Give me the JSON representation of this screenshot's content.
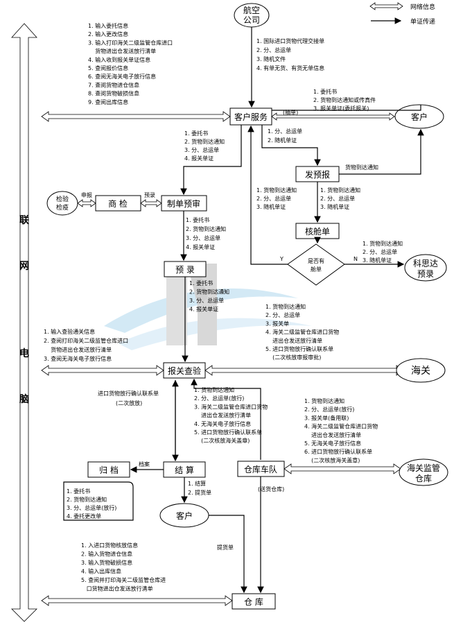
{
  "legend": {
    "network": "网络信息",
    "document": "单证传递"
  },
  "vertical_label": [
    "联",
    "网",
    "电",
    "脑"
  ],
  "nodes": {
    "airline": [
      "航空",
      "公司"
    ],
    "customer_service": "客户服务",
    "customer_top": "客户",
    "pre_declare": "发预报",
    "inspection": [
      "检验",
      "检疫"
    ],
    "commodity_inspect": "商 检",
    "documentation": "制单预审",
    "cabin_check": "核舱单",
    "decision": [
      "是否有",
      "舱单"
    ],
    "kerry": [
      "科思达",
      "预录"
    ],
    "pre_record": "预 录",
    "customs_check": "报关查验",
    "customs": "海关",
    "archive": "归 档",
    "settlement": "结 算",
    "warehouse_fleet": "仓库车队",
    "supervised_wh": [
      "海关监管",
      "仓库"
    ],
    "customer_bottom": "客户",
    "warehouse": "仓 库"
  },
  "labels": {
    "holding": "(抽单)",
    "report": "申报",
    "prerecord": "预录",
    "yes": "Y",
    "no": "N",
    "archive_tag": "档案",
    "to_wh": "(送货仓库)",
    "pickup": "提货单",
    "arrival_notice": "货物到达通知",
    "second_release_a": "进口货物放行确认联系单",
    "second_release_b": "(二次放放)"
  },
  "lists": {
    "network_top": [
      "1. 输入委托信息",
      "2. 输入更改信息",
      "3. 输入打印海关二级监管仓库进口",
      "    货物进出仓发送放行清单",
      "4. 输入收到报关单证信息",
      "5. 查阅报价信息",
      "6. 查阅无海关电子放行信息",
      "7. 查阅货物进仓信息",
      "8. 查阅货物破损信息",
      "9. 查阅出库信息"
    ],
    "airline_docs": [
      "1. 国际进口货物代理交接单",
      "2. 分、总运单",
      "3. 随机文件",
      "4. 有单无货、有货无单信息"
    ],
    "customer_docs": [
      "1. 委托书",
      "2. 货物到达通知或传真件",
      "3. 报关单证(委托报关)"
    ],
    "cs_to_pre": [
      "1. 分、总运单",
      "2. 随机单证"
    ],
    "cs_to_doc": [
      "1. 委托书",
      "2. 货物到达通知",
      "3. 分、总运单",
      "4. 报关单证"
    ],
    "cabin_in": [
      "1. 货物到达通知",
      "2. 分、总运单",
      "3. 随机单证"
    ],
    "pre_to_cabin": [
      "1. 货物到达通知",
      "2. 分、总运单",
      "3. 随机单证"
    ],
    "no_branch": [
      "1. 货物到达通知",
      "2. 分、总运单",
      "3. 随机单证"
    ],
    "doc_to_pre": [
      "1. 委托书",
      "2. 货物到达通知",
      "3. 分、总运单",
      "4. 报关单证"
    ],
    "pre_to_customs": [
      "1. 委托书",
      "2. 货物到达通知",
      "3. 分、总运单",
      "4. 报关单证"
    ],
    "network_mid": [
      "1. 输入查验通关信息",
      "2. 查阅打印海关二级监管仓库进口",
      "    货物进出仓发送放行清单",
      "3. 查阅无海关电子放行信息"
    ],
    "customs_docs": [
      "1. 货物到达通知",
      "2. 分、总运单",
      "3. 报关单",
      "4. 海关二级监管仓库进口货物",
      "    进出仓发送放行清单",
      "5. 进口货物放行确认联系单",
      "    (二次核放审报审批)"
    ],
    "fleet_docs": [
      "1. 货物到达通知",
      "2. 分、总运单(放行)",
      "3. 海关二级监管仓库进口货物",
      "    进出仓发送放行清单",
      "4. 无海关电子放行信息",
      "5. 进口货物放行确认联系单",
      "    (二次核放海关盖章)"
    ],
    "supervised_docs": [
      "1. 货物到达通知",
      "2. 分、总运单(放行)",
      "3. 报关单(备用联)",
      "4. 海关二级监管仓库进口货物",
      "    进出仓发送放行清单",
      "5. 无海关电子放行信息",
      "6. 进口货物放行确认联系单",
      "    (二次核放海关盖章)"
    ],
    "archive_docs": [
      "1. 委托书",
      "2. 货物到达通知",
      "3. 分、总运单(放行)",
      "4. 委托更改单"
    ],
    "settle_docs": [
      "1. 结算",
      "2. 提货单"
    ],
    "network_bottom": [
      "1. 入进口货物核放信息",
      "2. 输入货物进仓信息",
      "3. 输入货物破损信息",
      "4. 输入出库信息",
      "5. 查阅并打印海关二级监管仓库进",
      "   口货物进出仓发送放行清单"
    ]
  }
}
